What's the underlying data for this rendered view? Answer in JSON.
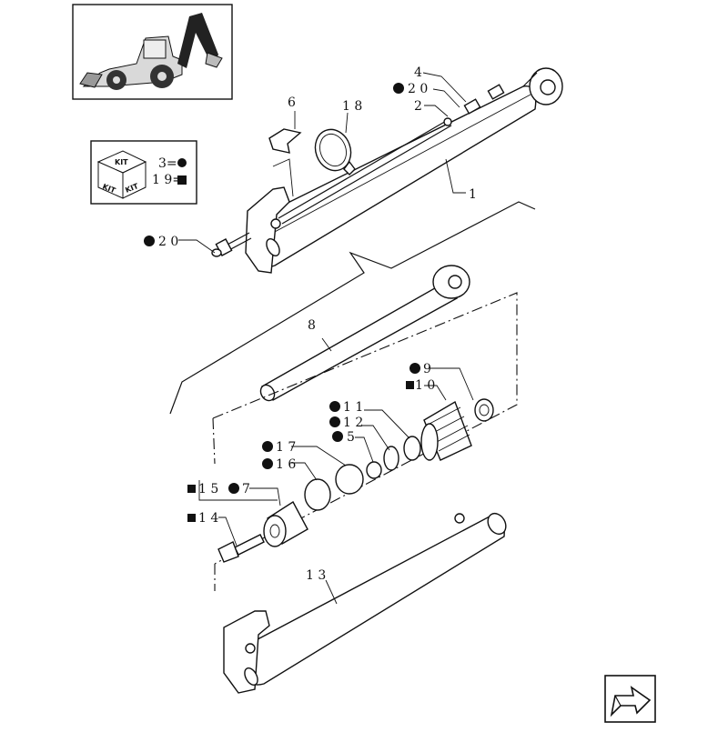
{
  "callouts": {
    "c1": "1",
    "c2": "2",
    "c4": "4",
    "c6": "6",
    "c18": "1 8",
    "c20a": "2 0",
    "c20b": "2 0",
    "c8": "8",
    "c9": "9",
    "c10": "1 0",
    "c11": "1 1",
    "c12": "1 2",
    "c5": "5",
    "c17": "1 7",
    "c16": "1 6",
    "c15": "1 5",
    "c7": "7",
    "c14": "1 4",
    "c13": "1 3"
  },
  "kit": {
    "box_label_top": "KIT",
    "box_label_left": "KIT",
    "box_label_right": "KIT",
    "row1": "3=",
    "row2": "1 9="
  },
  "symbols": {
    "dot": "circle",
    "square": "square"
  },
  "icons": {
    "thumbnail": "backhoe-loader-icon",
    "nav": "arrow-icon"
  }
}
